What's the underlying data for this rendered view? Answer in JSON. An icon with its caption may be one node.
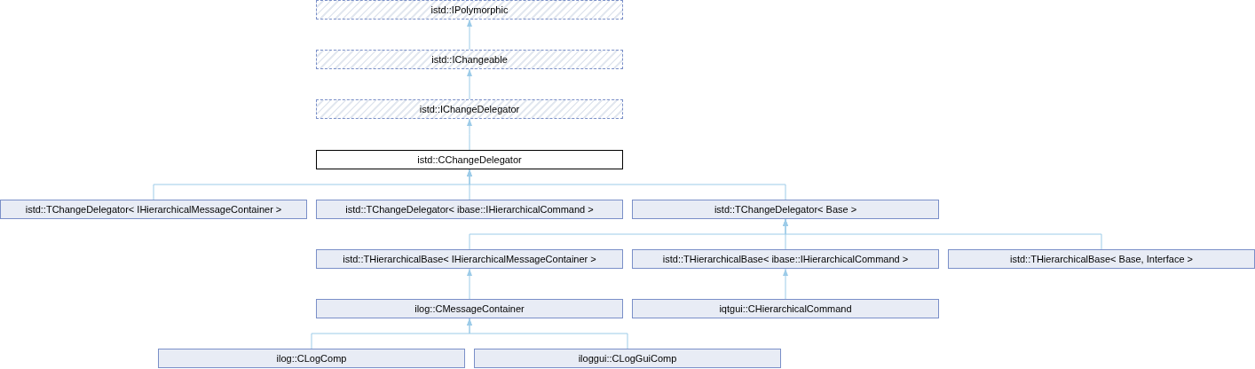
{
  "diagram": {
    "nodes": [
      {
        "text": [
          "istd::IPolymorphic"
        ]
      },
      {
        "text": [
          "istd::IChangeable"
        ]
      },
      {
        "text": [
          "istd::IChangeDelegator"
        ]
      },
      {
        "text": [
          "istd::CChangeDelegator"
        ]
      },
      {
        "text": [
          "istd::TChangeDelegator< IHierarchicalMessageContainer >"
        ]
      },
      {
        "text": [
          "istd::TChangeDelegator< ibase::IHierarchicalCommand >"
        ]
      },
      {
        "text": [
          "istd::TChangeDelegator< Base >"
        ]
      },
      {
        "text": [
          "istd::THierarchicalBase< IHierarchicalMessageContainer >"
        ]
      },
      {
        "text": [
          "istd::THierarchicalBase< ibase::IHierarchicalCommand >"
        ]
      },
      {
        "text": [
          "istd::THierarchicalBase< Base, Interface >"
        ]
      },
      {
        "text": [
          "ilog::CMessageContainer"
        ]
      },
      {
        "text": [
          "iqtgui::CHierarchicalCommand"
        ]
      },
      {
        "text": [
          "ilog::CLogComp"
        ]
      },
      {
        "text": [
          "iloggui::CLogGuiComp"
        ]
      }
    ],
    "edges": [
      {
        "from": 1,
        "to": 0,
        "arrow": "to"
      },
      {
        "from": 2,
        "to": 1,
        "arrow": "to"
      },
      {
        "from": 3,
        "to": 2,
        "arrow": "to"
      },
      {
        "from": 4,
        "to": 3,
        "arrow": "to"
      },
      {
        "from": 5,
        "to": 3,
        "arrow": "to"
      },
      {
        "from": 6,
        "to": 3,
        "arrow": "to"
      },
      {
        "from": 7,
        "to": 6,
        "arrow": "to"
      },
      {
        "from": 8,
        "to": 6,
        "arrow": "to"
      },
      {
        "from": 9,
        "to": 6,
        "arrow": "to"
      },
      {
        "from": 10,
        "to": 7,
        "arrow": "to"
      },
      {
        "from": 11,
        "to": 8,
        "arrow": "to"
      },
      {
        "from": 12,
        "to": 10,
        "arrow": "to"
      },
      {
        "from": 13,
        "to": 10,
        "arrow": "to"
      }
    ]
  }
}
